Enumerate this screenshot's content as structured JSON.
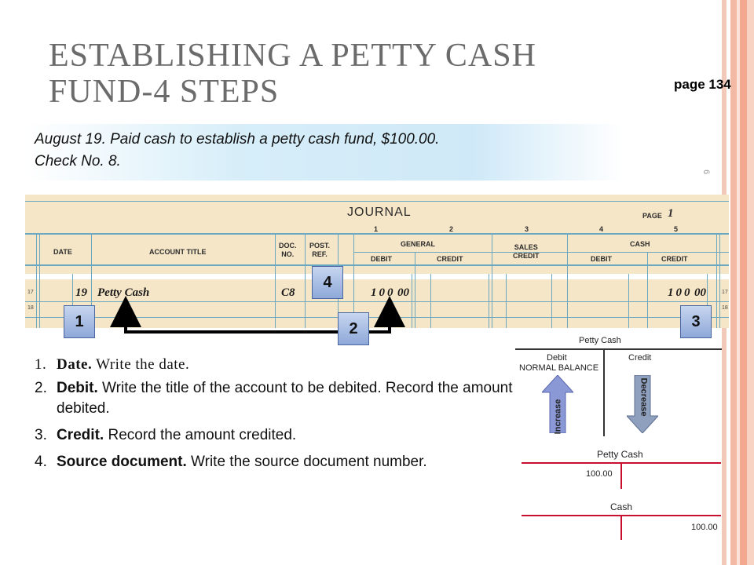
{
  "slide": {
    "title": "ESTABLISHING A PETTY CASH\nFUND-4 STEPS",
    "page_ref": "page 134",
    "slide_number": "6"
  },
  "colors": {
    "title": "#6b6b6b",
    "journal_bg": "#f6e6c8",
    "rule": "#6aa8c2",
    "badge": "#8ea8d8",
    "t_line": "#c8102e",
    "arrow_up": "#8b98d6",
    "arrow_down": "#8fa0bf"
  },
  "transaction": {
    "line1": "August 19. Paid cash to establish a petty cash fund, $100.00.",
    "line2": "Check No. 8."
  },
  "journal": {
    "title": "JOURNAL",
    "page_label": "PAGE",
    "page_number": "1",
    "column_numbers": [
      "1",
      "2",
      "3",
      "4",
      "5"
    ],
    "headers": {
      "date": "DATE",
      "account_title": "ACCOUNT TITLE",
      "doc_no_1": "DOC.",
      "doc_no_2": "NO.",
      "post_ref_1": "POST.",
      "post_ref_2": "REF.",
      "general": "GENERAL",
      "general_debit": "DEBIT",
      "general_credit": "CREDIT",
      "sales_credit_1": "SALES",
      "sales_credit_2": "CREDIT",
      "cash": "CASH",
      "cash_debit": "DEBIT",
      "cash_credit": "CREDIT"
    },
    "row_numbers": [
      "17",
      "18"
    ],
    "entry": {
      "day": "19",
      "account_title": "Petty Cash",
      "doc_no": "C8",
      "general_debit_dollars": "100",
      "general_debit_cents": "00",
      "cash_credit_dollars": "100",
      "cash_credit_cents": "00"
    }
  },
  "badges": [
    "1",
    "2",
    "3",
    "4"
  ],
  "steps": [
    {
      "num": "1.",
      "term": "Date.",
      "text": " Write the date."
    },
    {
      "num": "2.",
      "term": "Debit.",
      "text": " Write the title of the account to be debited. Record the amount debited."
    },
    {
      "num": "3.",
      "term": "Credit.",
      "text": " Record the amount credited."
    },
    {
      "num": "4.",
      "term": "Source document.",
      "text": " Write the source document number."
    }
  ],
  "t_account_rule": {
    "title": "Petty Cash",
    "debit": "Debit",
    "normal_balance": "NORMAL BALANCE",
    "credit": "Credit",
    "increase": "Increase",
    "decrease": "Decrease"
  },
  "t_accounts": [
    {
      "title": "Petty Cash",
      "debit_value": "100.00"
    },
    {
      "title": "Cash",
      "credit_value": "100.00"
    }
  ]
}
